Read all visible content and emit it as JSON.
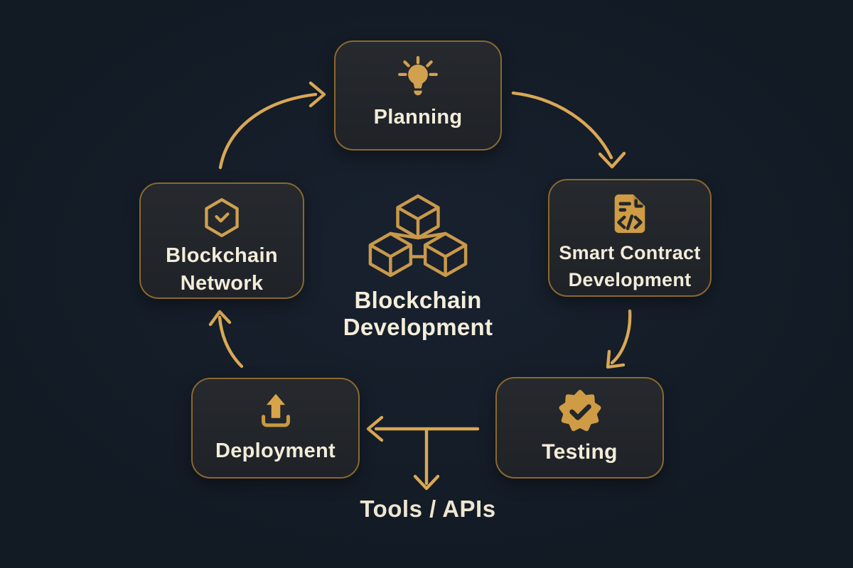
{
  "title": "Blockchain Development",
  "center": {
    "line1": "Blockchain",
    "line2": "Development",
    "icon": "blockchain-cubes-icon"
  },
  "nodes": {
    "planning": {
      "label": "Planning",
      "icon": "lightbulb-icon"
    },
    "smart_contract": {
      "line1": "Smart Contract",
      "line2": "Development",
      "icon": "code-document-icon"
    },
    "testing": {
      "label": "Testing",
      "icon": "verified-badge-icon"
    },
    "deployment": {
      "label": "Deployment",
      "icon": "upload-icon"
    },
    "blockchain_network": {
      "line1": "Blockchain",
      "line2": "Network",
      "icon": "hexagon-check-icon"
    }
  },
  "annotation": {
    "label": "Tools / APIs"
  },
  "flow": {
    "arrows": [
      {
        "from": "blockchain_network",
        "to": "planning",
        "style": "curved"
      },
      {
        "from": "planning",
        "to": "smart_contract",
        "style": "curved"
      },
      {
        "from": "smart_contract",
        "to": "testing",
        "style": "curved"
      },
      {
        "from": "testing",
        "to": "deployment",
        "style": "straight"
      },
      {
        "from": "testing_deployment_connector",
        "to": "tools_apis",
        "style": "straight-branch"
      },
      {
        "from": "deployment",
        "to": "blockchain_network",
        "style": "curved"
      }
    ]
  },
  "colors": {
    "background": "#121a24",
    "node_fill_top": "#26292e",
    "node_fill_bottom": "#1f2227",
    "node_border": "#8a682e",
    "arrow_gold": "#d9a855",
    "icon_gold": "#d2a14f",
    "icon_dark_detail": "#24272b",
    "text_cream": "#f2ecd9"
  }
}
